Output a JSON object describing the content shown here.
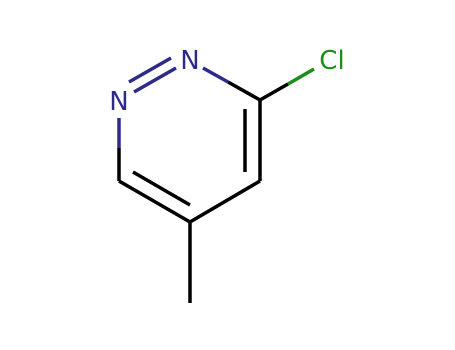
{
  "molecule": {
    "atoms": {
      "n1": {
        "label": "N",
        "color": "#2e2a8a"
      },
      "n2": {
        "label": "N",
        "color": "#2e2a8a"
      },
      "cl": {
        "label": "Cl",
        "color": "#1a8f1a"
      }
    },
    "colors": {
      "bond": "#000000",
      "nitrogen": "#2e2a8a",
      "chlorine": "#1a8f1a"
    }
  }
}
